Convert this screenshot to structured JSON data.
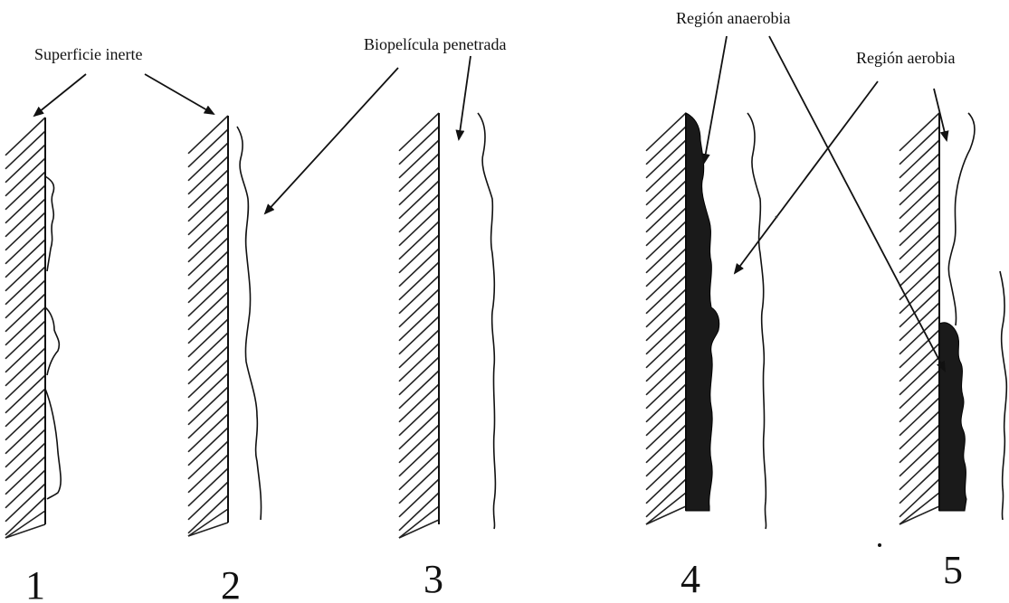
{
  "labels": {
    "superficie_inerte": "Superficie inerte",
    "biopelicula_penetrada": "Biopelícula penetrada",
    "region_anaerobia": "Región anaerobia",
    "region_aerobia": "Región aerobia"
  },
  "stages": [
    {
      "number": "1"
    },
    {
      "number": "2"
    },
    {
      "number": "3"
    },
    {
      "number": "4"
    },
    {
      "number": "5"
    }
  ],
  "colors": {
    "ink": "#111111",
    "anaerobic_film": "#1a1a1a",
    "background": "#ffffff"
  }
}
